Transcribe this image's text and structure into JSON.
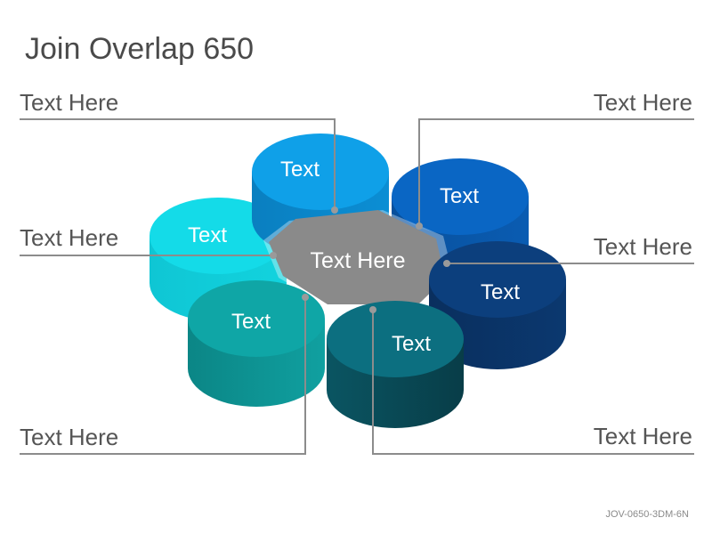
{
  "title": "Join Overlap 650",
  "center_label": "Text Here",
  "cylinders": [
    {
      "label": "Text",
      "color": "#0fa0e8"
    },
    {
      "label": "Text",
      "color": "#0a66c4"
    },
    {
      "label": "Text",
      "color": "#0c3f7d"
    },
    {
      "label": "Text",
      "color": "#0c6f80"
    },
    {
      "label": "Text",
      "color": "#0fa6a6"
    },
    {
      "label": "Text",
      "color": "#14dbe8"
    }
  ],
  "callouts": {
    "top_left": "Text Here",
    "top_right": "Text Here",
    "mid_left": "Text Here",
    "mid_right": "Text Here",
    "bottom_left": "Text Here",
    "bottom_right": "Text Here"
  },
  "code": "JOV-0650-3DM-6N"
}
